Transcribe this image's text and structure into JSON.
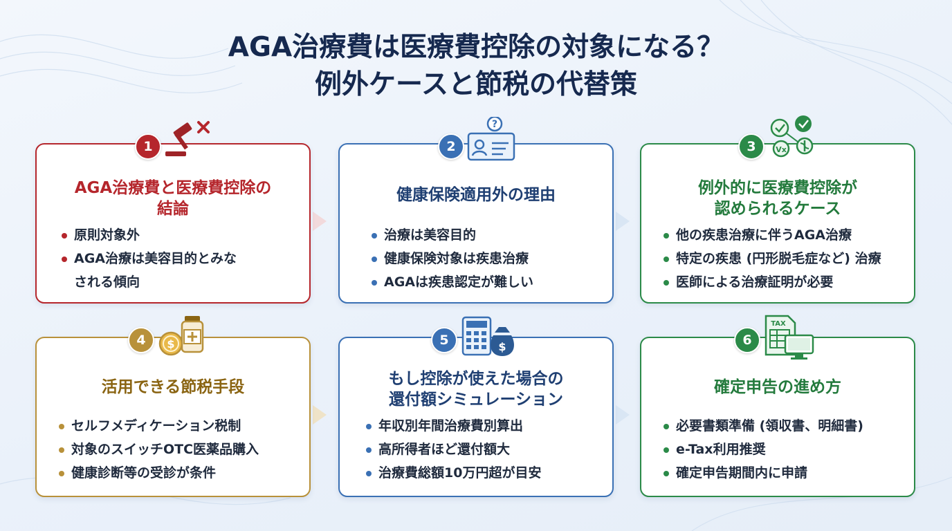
{
  "title": {
    "line1": "AGA治療費は医療費控除の対象になる？",
    "line2": "例外ケースと節税の代替策"
  },
  "colors": {
    "red": "#b5262c",
    "blue": "#3a70b4",
    "green": "#2b8a48",
    "gold": "#b8913a"
  },
  "cards": [
    {
      "number": "1",
      "icon": "gavel-cross-icon",
      "title_lines": [
        "AGA治療費と医療費控除の",
        "結論"
      ],
      "bullets": [
        "原則対象外",
        "AGA治療は美容目的とみな",
        "される傾向"
      ]
    },
    {
      "number": "2",
      "icon": "id-card-question-icon",
      "title_lines": [
        "健康保険適用外の理由"
      ],
      "bullets": [
        "治療は美容目的",
        "健康保険対象は疾患治療",
        "AGAは疾患認定が難しい"
      ]
    },
    {
      "number": "3",
      "icon": "medical-check-icon",
      "title_lines": [
        "例外的に医療費控除が",
        "認められるケース"
      ],
      "bullets": [
        "他の疾患治療に伴うAGA治療",
        "特定の疾患 (円形脱毛症など) 治療",
        "医師による治療証明が必要"
      ]
    },
    {
      "number": "4",
      "icon": "coin-medicine-icon",
      "title_lines": [
        "活用できる節税手段"
      ],
      "bullets": [
        "セルフメディケーション税制",
        "対象のスイッチOTC医薬品購入",
        "健康診断等の受診が条件"
      ]
    },
    {
      "number": "5",
      "icon": "calculator-moneybag-icon",
      "title_lines": [
        "もし控除が使えた場合の",
        "還付額シミュレーション"
      ],
      "bullets": [
        "年収別年間治療費別算出",
        "高所得者ほど還付額大",
        "治療費総額10万円超が目安"
      ]
    },
    {
      "number": "6",
      "icon": "tax-document-computer-icon",
      "title_lines": [
        "確定申告の進め方"
      ],
      "bullets": [
        "必要書類準備 (領収書、明細書)",
        "e-Tax利用推奨",
        "確定申告期間内に申請"
      ]
    }
  ],
  "icon_texts": {
    "tax_label": "TAX",
    "vx_label": "Vx",
    "dollar": "$",
    "question": "?"
  }
}
